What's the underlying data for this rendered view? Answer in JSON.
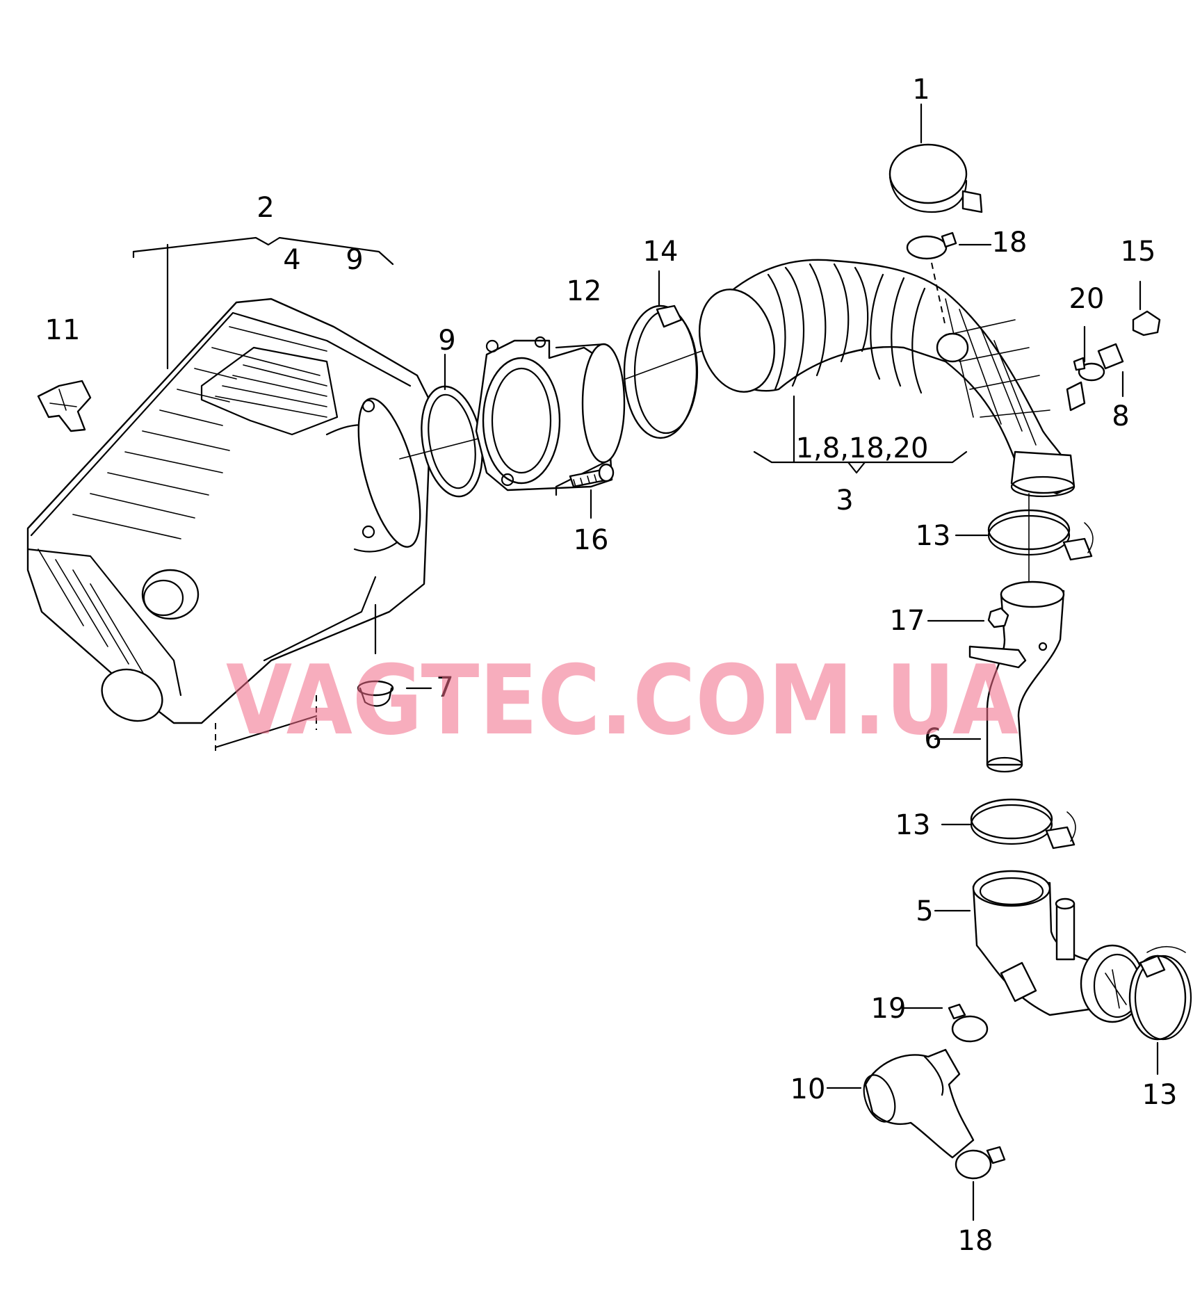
{
  "watermark": "VAGTEC.COM.UA",
  "callouts": {
    "c1": "1",
    "c2": "2",
    "c3": "3",
    "c3_sub": "1,8,18,20",
    "c4": "4",
    "c5": "5",
    "c6": "6",
    "c7": "7",
    "c8": "8",
    "c9_top": "9",
    "c9_ring": "9",
    "c10": "10",
    "c11": "11",
    "c12": "12",
    "c13_upper": "13",
    "c13_middle": "13",
    "c13_lower": "13",
    "c14": "14",
    "c15": "15",
    "c16": "16",
    "c17": "17",
    "c18_top": "18",
    "c18_bottom": "18",
    "c19": "19",
    "c20": "20"
  }
}
